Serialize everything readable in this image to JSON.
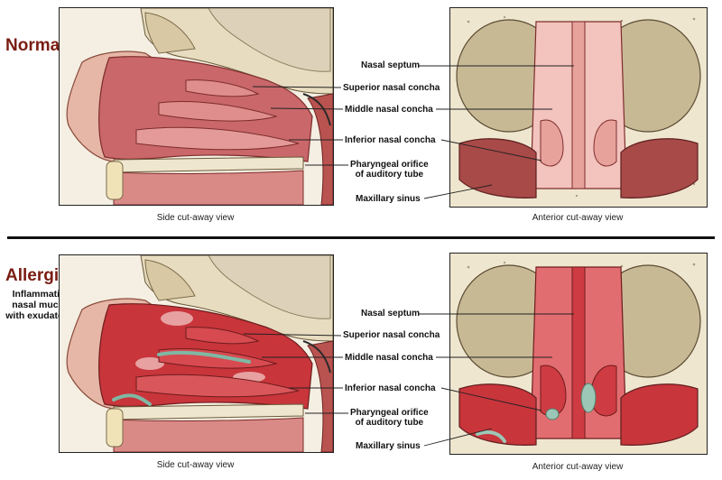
{
  "sections": [
    {
      "title": "Normal Anatomy",
      "note": "",
      "side_caption": "Side cut-away view",
      "front_caption": "Anterior cut-away view",
      "labels": {
        "nasal_septum": "Nasal septum",
        "superior_concha": "Superior nasal concha",
        "middle_concha": "Middle nasal concha",
        "inferior_concha": "Inferior nasal concha",
        "pharyngeal_orifice": "Pharyngeal orifice\nof auditory tube",
        "maxillary_sinus": "Maxillary sinus"
      }
    },
    {
      "title": "Allergic Rhinitis",
      "note": "Inflammation of the\nnasal mucous layer\nwith exudate in airway",
      "side_caption": "Side cut-away view",
      "front_caption": "Anterior cut-away view",
      "labels": {
        "nasal_septum": "Nasal septum",
        "superior_concha": "Superior nasal concha",
        "middle_concha": "Middle nasal concha",
        "inferior_concha": "Inferior nasal concha",
        "pharyngeal_orifice": "Pharyngeal orifice\nof auditory tube",
        "maxillary_sinus": "Maxillary sinus"
      }
    }
  ],
  "colors": {
    "title": "#7a1d12",
    "mucosa_normal": "#c9676a",
    "mucosa_inflamed": "#c8353b",
    "bone": "#efe6cf",
    "exudate": "#7fb8a4"
  }
}
